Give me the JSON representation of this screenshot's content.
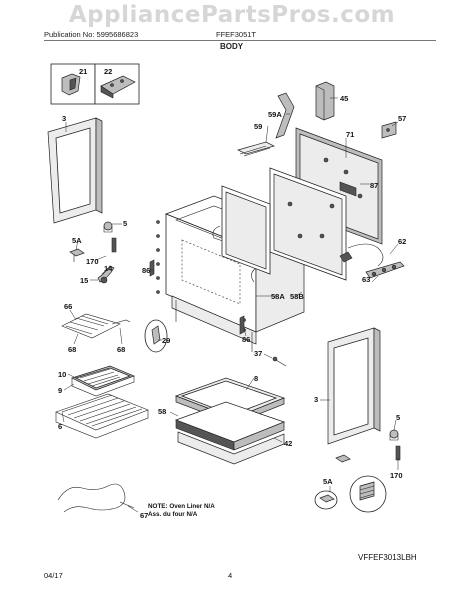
{
  "watermark": "AppliancePartsPros.com",
  "header": {
    "publication": "Publication No: 5995686823",
    "model": "FFEF3051T",
    "section_title": "BODY"
  },
  "footer": {
    "date": "04/17",
    "page": "4"
  },
  "note": {
    "line1": "NOTE: Oven Liner N/A",
    "line2": "Ass. du four N/A"
  },
  "drawing_id": "VFFEF3013LBH",
  "callouts": {
    "c21": "21",
    "c22": "22",
    "c3a": "3",
    "c5a": "5",
    "c5A_a": "5A",
    "c170a": "170",
    "c14": "14",
    "c15": "15",
    "c66": "66",
    "c68a": "68",
    "c68b": "68",
    "c10": "10",
    "c9": "9",
    "c6": "6",
    "c67": "67",
    "c45": "45",
    "c59A": "59A",
    "c59": "59",
    "c71": "71",
    "c57": "57",
    "c87": "87",
    "c86a": "86",
    "c86b": "86",
    "c58A": "58A",
    "c58B": "58B",
    "c29": "29",
    "c62": "62",
    "c63": "63",
    "c37": "37",
    "c8": "8",
    "c58": "58",
    "c42": "42",
    "c3b": "3",
    "c5b": "5",
    "c170b": "170",
    "c5A_b": "5A"
  }
}
